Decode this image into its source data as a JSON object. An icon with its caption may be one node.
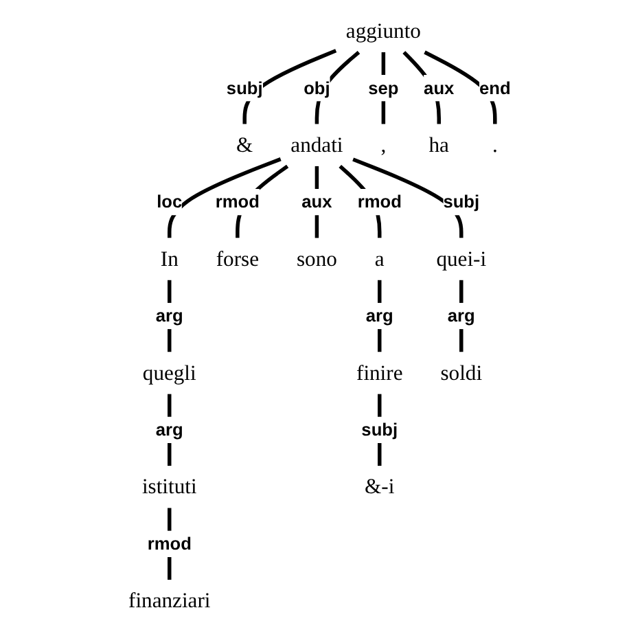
{
  "diagram": {
    "nodes": [
      {
        "text": [
          "aggiunto"
        ]
      },
      {
        "text": [
          "&"
        ]
      },
      {
        "text": [
          "andati"
        ]
      },
      {
        "text": [
          ","
        ]
      },
      {
        "text": [
          "ha"
        ]
      },
      {
        "text": [
          "."
        ]
      },
      {
        "text": [
          "In"
        ]
      },
      {
        "text": [
          "forse"
        ]
      },
      {
        "text": [
          "sono"
        ]
      },
      {
        "text": [
          "a"
        ]
      },
      {
        "text": [
          "quei-i"
        ]
      },
      {
        "text": [
          "quegli"
        ]
      },
      {
        "text": [
          "finire"
        ]
      },
      {
        "text": [
          "soldi"
        ]
      },
      {
        "text": [
          "istituti"
        ]
      },
      {
        "text": [
          "&-i"
        ]
      },
      {
        "text": [
          "finanziari"
        ]
      }
    ],
    "edges": [
      {
        "from": 0,
        "to": 1,
        "arrow": "none",
        "label": "subj"
      },
      {
        "from": 0,
        "to": 2,
        "arrow": "none",
        "label": "obj"
      },
      {
        "from": 0,
        "to": 3,
        "arrow": "none",
        "label": "sep"
      },
      {
        "from": 0,
        "to": 4,
        "arrow": "none",
        "label": "aux"
      },
      {
        "from": 0,
        "to": 5,
        "arrow": "none",
        "label": "end"
      },
      {
        "from": 2,
        "to": 6,
        "arrow": "none",
        "label": "loc"
      },
      {
        "from": 2,
        "to": 7,
        "arrow": "none",
        "label": "rmod"
      },
      {
        "from": 2,
        "to": 8,
        "arrow": "none",
        "label": "aux"
      },
      {
        "from": 2,
        "to": 9,
        "arrow": "none",
        "label": "rmod"
      },
      {
        "from": 2,
        "to": 10,
        "arrow": "none",
        "label": "subj"
      },
      {
        "from": 6,
        "to": 11,
        "arrow": "none",
        "label": "arg"
      },
      {
        "from": 11,
        "to": 14,
        "arrow": "none",
        "label": "arg"
      },
      {
        "from": 14,
        "to": 16,
        "arrow": "none",
        "label": "rmod"
      },
      {
        "from": 9,
        "to": 12,
        "arrow": "none",
        "label": "arg"
      },
      {
        "from": 12,
        "to": 15,
        "arrow": "none",
        "label": "subj"
      },
      {
        "from": 10,
        "to": 13,
        "arrow": "none",
        "label": "arg"
      }
    ]
  }
}
